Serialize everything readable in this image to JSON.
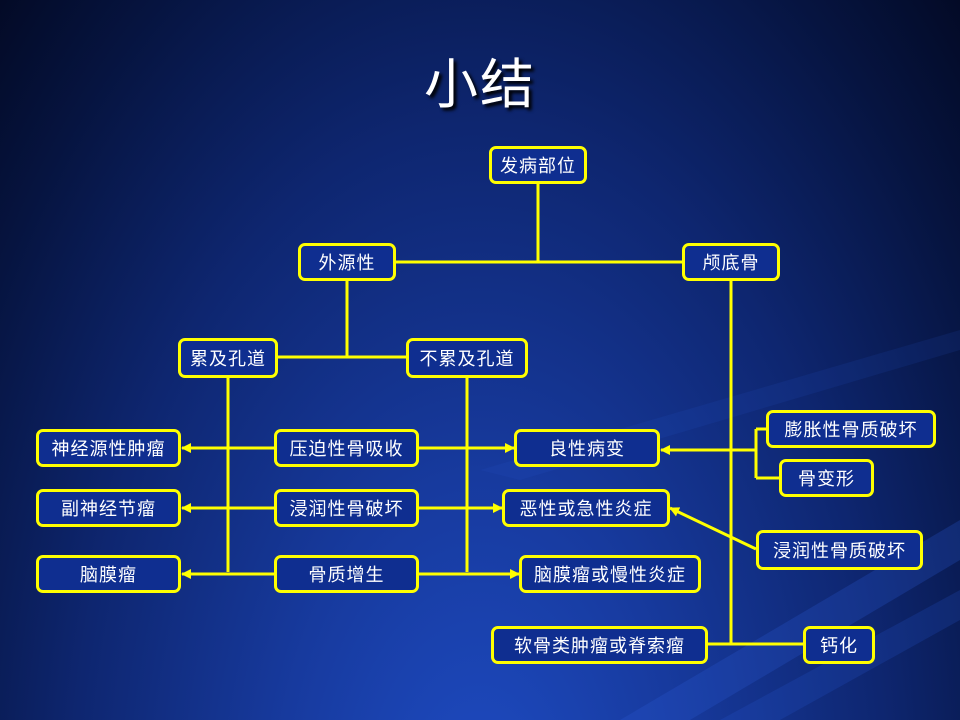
{
  "slide": {
    "title": "小结",
    "colors": {
      "border": "#ffff00",
      "box_fill": "#0f2e90",
      "text": "#ffffff"
    }
  },
  "nodes": {
    "site": "发病部位",
    "extrinsic": "外源性",
    "skull_base": "颅底骨",
    "foramen_involved": "累及孔道",
    "foramen_not_involved": "不累及孔道",
    "neurogenic_tumor": "神经源性肿瘤",
    "paraganglioma": "副神经节瘤",
    "meningioma": "脑膜瘤",
    "pressure_resorption": "压迫性骨吸收",
    "invasive_destruction": "浸润性骨破坏",
    "hyperostosis": "骨质增生",
    "benign_lesion": "良性病变",
    "malignant_inflammation": "恶性或急性炎症",
    "meningioma_chronic": "脑膜瘤或慢性炎症",
    "chondroid_chordoma": "软骨类肿瘤或脊索瘤",
    "expansile_destruction": "膨胀性骨质破坏",
    "bone_deformity": "骨变形",
    "invasive_bone_destruction": "浸润性骨质破坏",
    "calcification": "钙化"
  }
}
